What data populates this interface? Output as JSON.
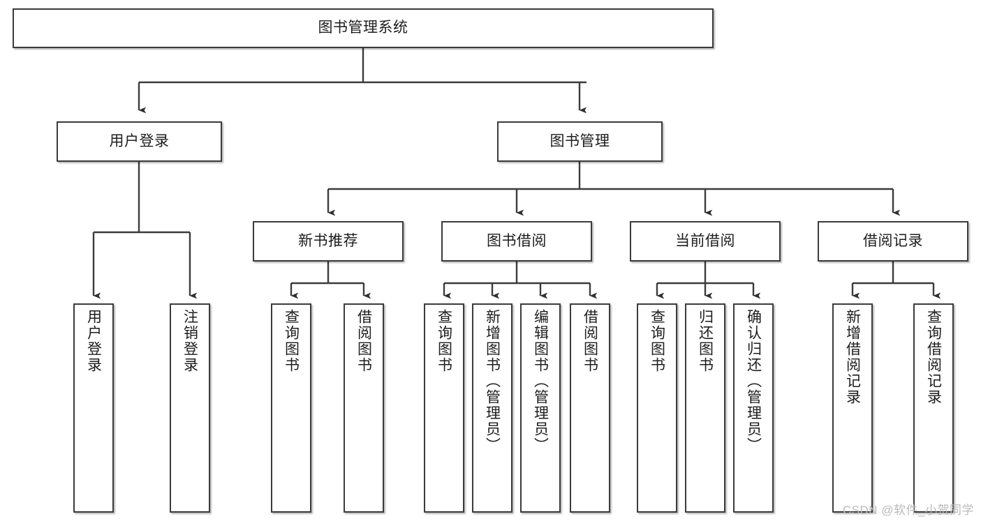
{
  "diagram": {
    "title": "图书管理系统",
    "type": "tree-hierarchy",
    "watermark": "CSDN @软件_小贺同学",
    "colors": {
      "box_border": "#3b3b3b",
      "box_fill": "#ffffff",
      "text": "#1d1d1d",
      "edge": "#3b3b3b",
      "watermark": "#b9b9b9"
    },
    "nodes": {
      "root": {
        "label": "图书管理系统",
        "orientation": "horizontal"
      },
      "level2": [
        {
          "id": "user-login",
          "label": "用户登录",
          "orientation": "horizontal"
        },
        {
          "id": "book-manage",
          "label": "图书管理",
          "orientation": "horizontal"
        }
      ],
      "level3": [
        {
          "id": "new-book-recommend",
          "label": "新书推荐",
          "orientation": "horizontal"
        },
        {
          "id": "book-borrow",
          "label": "图书借阅",
          "orientation": "horizontal"
        },
        {
          "id": "current-borrow",
          "label": "当前借阅",
          "orientation": "horizontal"
        },
        {
          "id": "borrow-record",
          "label": "借阅记录",
          "orientation": "horizontal"
        }
      ],
      "leaves": [
        {
          "id": "leaf-user-login",
          "label": "用户登录",
          "orientation": "vertical",
          "parent": "user-login"
        },
        {
          "id": "leaf-logout-login",
          "label": "注销登录",
          "orientation": "vertical",
          "parent": "user-login"
        },
        {
          "id": "leaf-query-book-1",
          "label": "查询图书",
          "orientation": "vertical",
          "parent": "new-book-recommend"
        },
        {
          "id": "leaf-borrow-book-1",
          "label": "借阅图书",
          "orientation": "vertical",
          "parent": "new-book-recommend"
        },
        {
          "id": "leaf-query-book-2",
          "label": "查询图书",
          "orientation": "vertical",
          "parent": "book-borrow"
        },
        {
          "id": "leaf-add-book",
          "label": "新增图书（管理员）",
          "orientation": "vertical",
          "parent": "book-borrow"
        },
        {
          "id": "leaf-edit-book",
          "label": "编辑图书（管理员）",
          "orientation": "vertical",
          "parent": "book-borrow"
        },
        {
          "id": "leaf-borrow-book-2",
          "label": "借阅图书",
          "orientation": "vertical",
          "parent": "book-borrow"
        },
        {
          "id": "leaf-query-book-3",
          "label": "查询图书",
          "orientation": "vertical",
          "parent": "current-borrow"
        },
        {
          "id": "leaf-return-book",
          "label": "归还图书",
          "orientation": "vertical",
          "parent": "current-borrow"
        },
        {
          "id": "leaf-confirm-return",
          "label": "确认归还（管理员）",
          "orientation": "vertical",
          "parent": "current-borrow"
        },
        {
          "id": "leaf-add-record",
          "label": "新增借阅记录",
          "orientation": "vertical",
          "parent": "borrow-record"
        },
        {
          "id": "leaf-query-record",
          "label": "查询借阅记录",
          "orientation": "vertical",
          "parent": "borrow-record"
        }
      ]
    }
  }
}
